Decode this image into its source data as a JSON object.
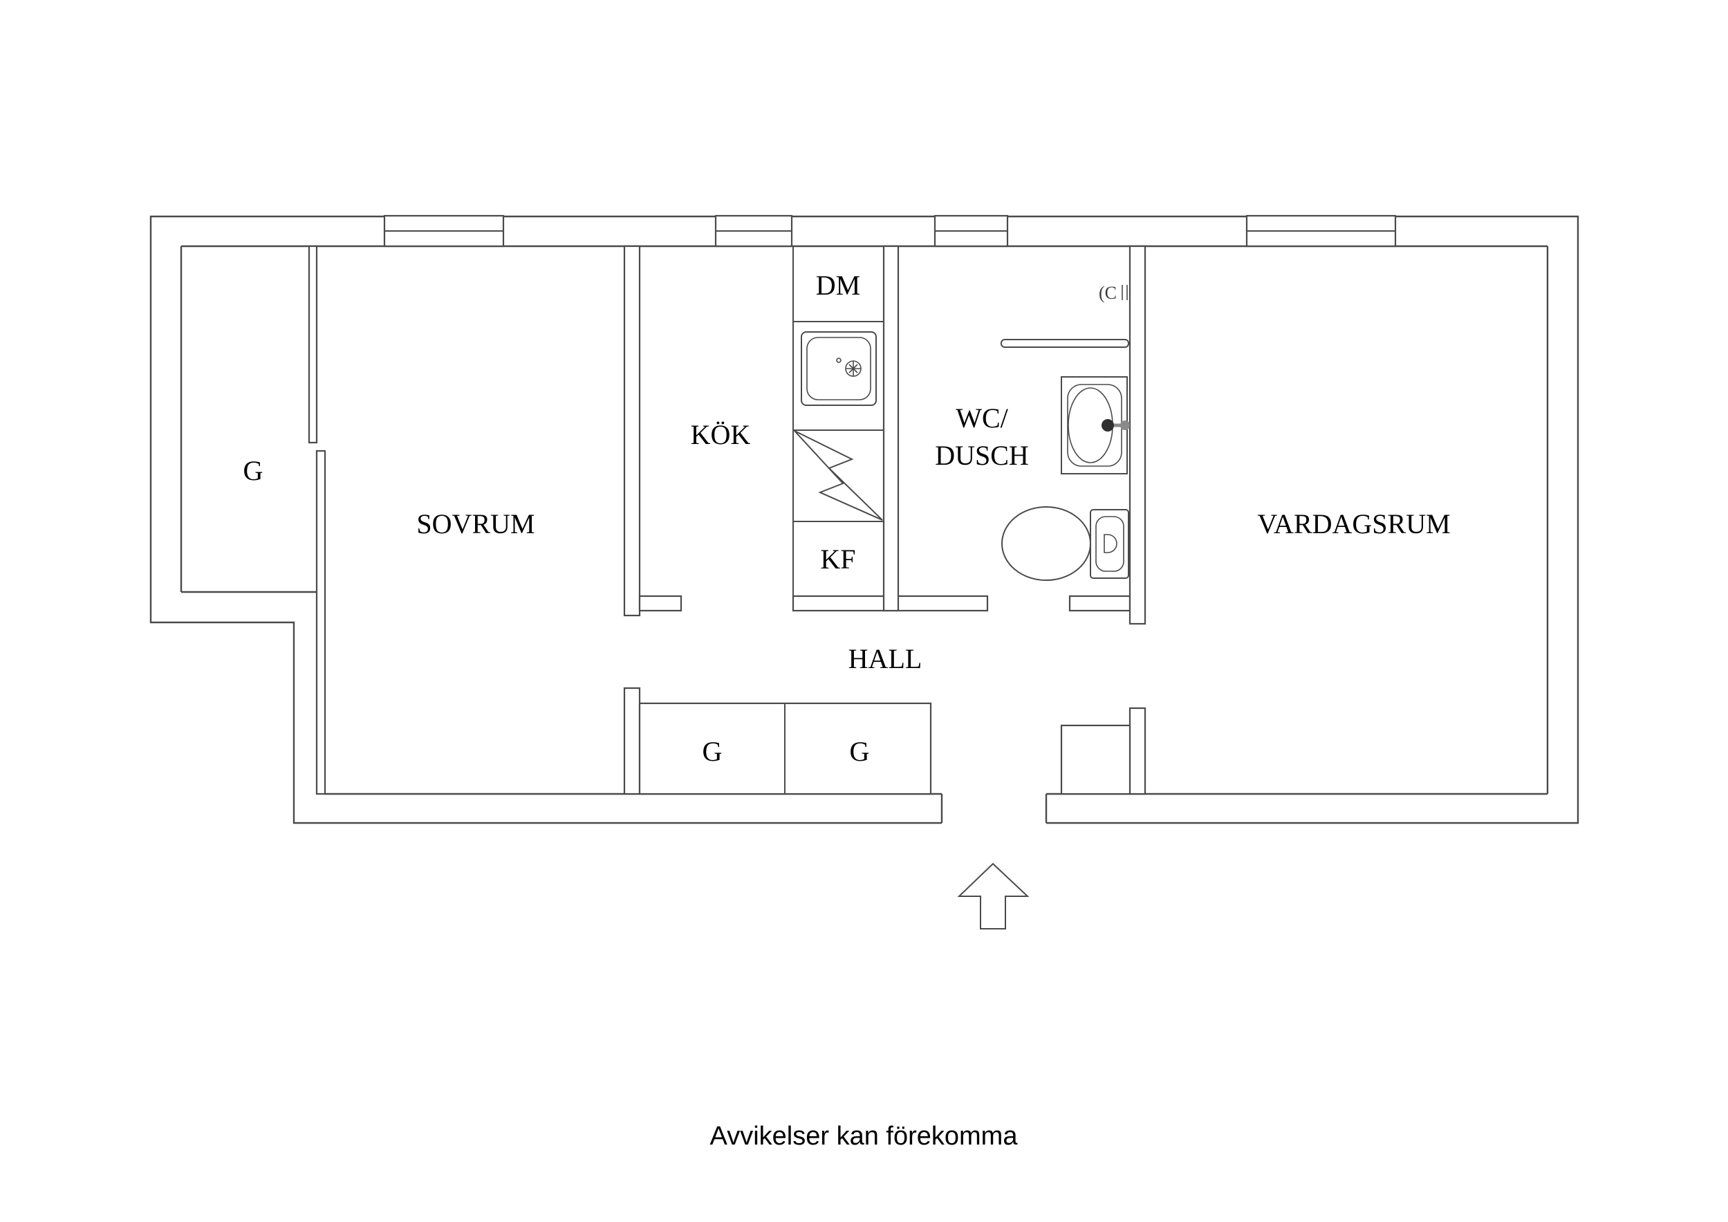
{
  "floorplan": {
    "colors": {
      "line_color": "#4a4a4a",
      "text_color": "#000000",
      "background_color": "#ffffff"
    },
    "rooms": {
      "closet": {
        "label": "G"
      },
      "bedroom": {
        "label": "SOVRUM"
      },
      "kitchen": {
        "label": "KÖK"
      },
      "bathroom": {
        "label_line1": "WC/",
        "label_line2": "DUSCH"
      },
      "living_room": {
        "label": "VARDAGSRUM"
      },
      "hall": {
        "label": "HALL"
      },
      "wardrobe_left": {
        "label": "G"
      },
      "wardrobe_right": {
        "label": "G"
      }
    },
    "appliances": {
      "dishwasher": {
        "label": "DM"
      },
      "fridge_freezer": {
        "label": "KF"
      }
    },
    "symbols": {
      "radiator_label": "(C"
    },
    "footer": {
      "disclaimer": "Avvikelser kan förekomma"
    }
  }
}
